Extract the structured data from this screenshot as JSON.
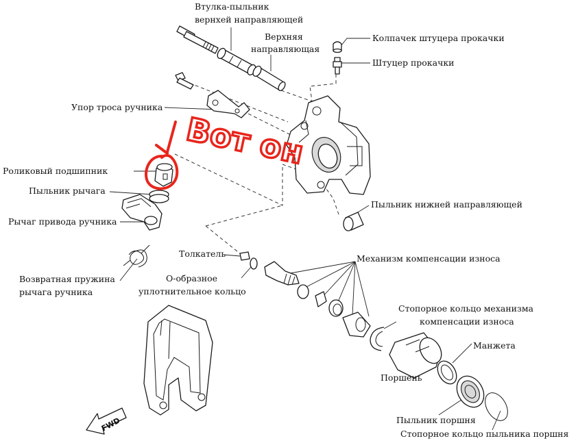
{
  "labels": {
    "upper_boot_1": "Втулка-пыльник",
    "upper_boot_2": "вернхей направляющей",
    "upper_guide_1": "Верхняя",
    "upper_guide_2": "направляющая",
    "bleeder_cap": "Колпачек штуцера прокачки",
    "bleeder": "Штуцер прокачки",
    "cable_stop": "Упор троса ручника",
    "roller_bearing": "Роликовый подшипник",
    "lever_boot": "Пыльник рычага",
    "lever": "Рычаг привода ручника",
    "return_spring_1": "Возвратная пружина",
    "return_spring_2": "рычага ручника",
    "pushrod": "Толкатель",
    "oring_1": "О-образное",
    "oring_2": "уплотнительное кольцо",
    "wear_mech": "Механизм компенсации износа",
    "lower_boot": "Пыльник нижней направляющей",
    "snap_ring_1": "Стопорное кольцо механизма",
    "snap_ring_2": "компенсации износа",
    "cup": "Манжета",
    "piston": "Поршень",
    "piston_boot": "Пыльник поршня",
    "boot_ring": "Стопорное кольцо пыльника поршня",
    "fwd": "FWD"
  },
  "annotation": {
    "text": "Вот он",
    "color": "#e8251c"
  }
}
